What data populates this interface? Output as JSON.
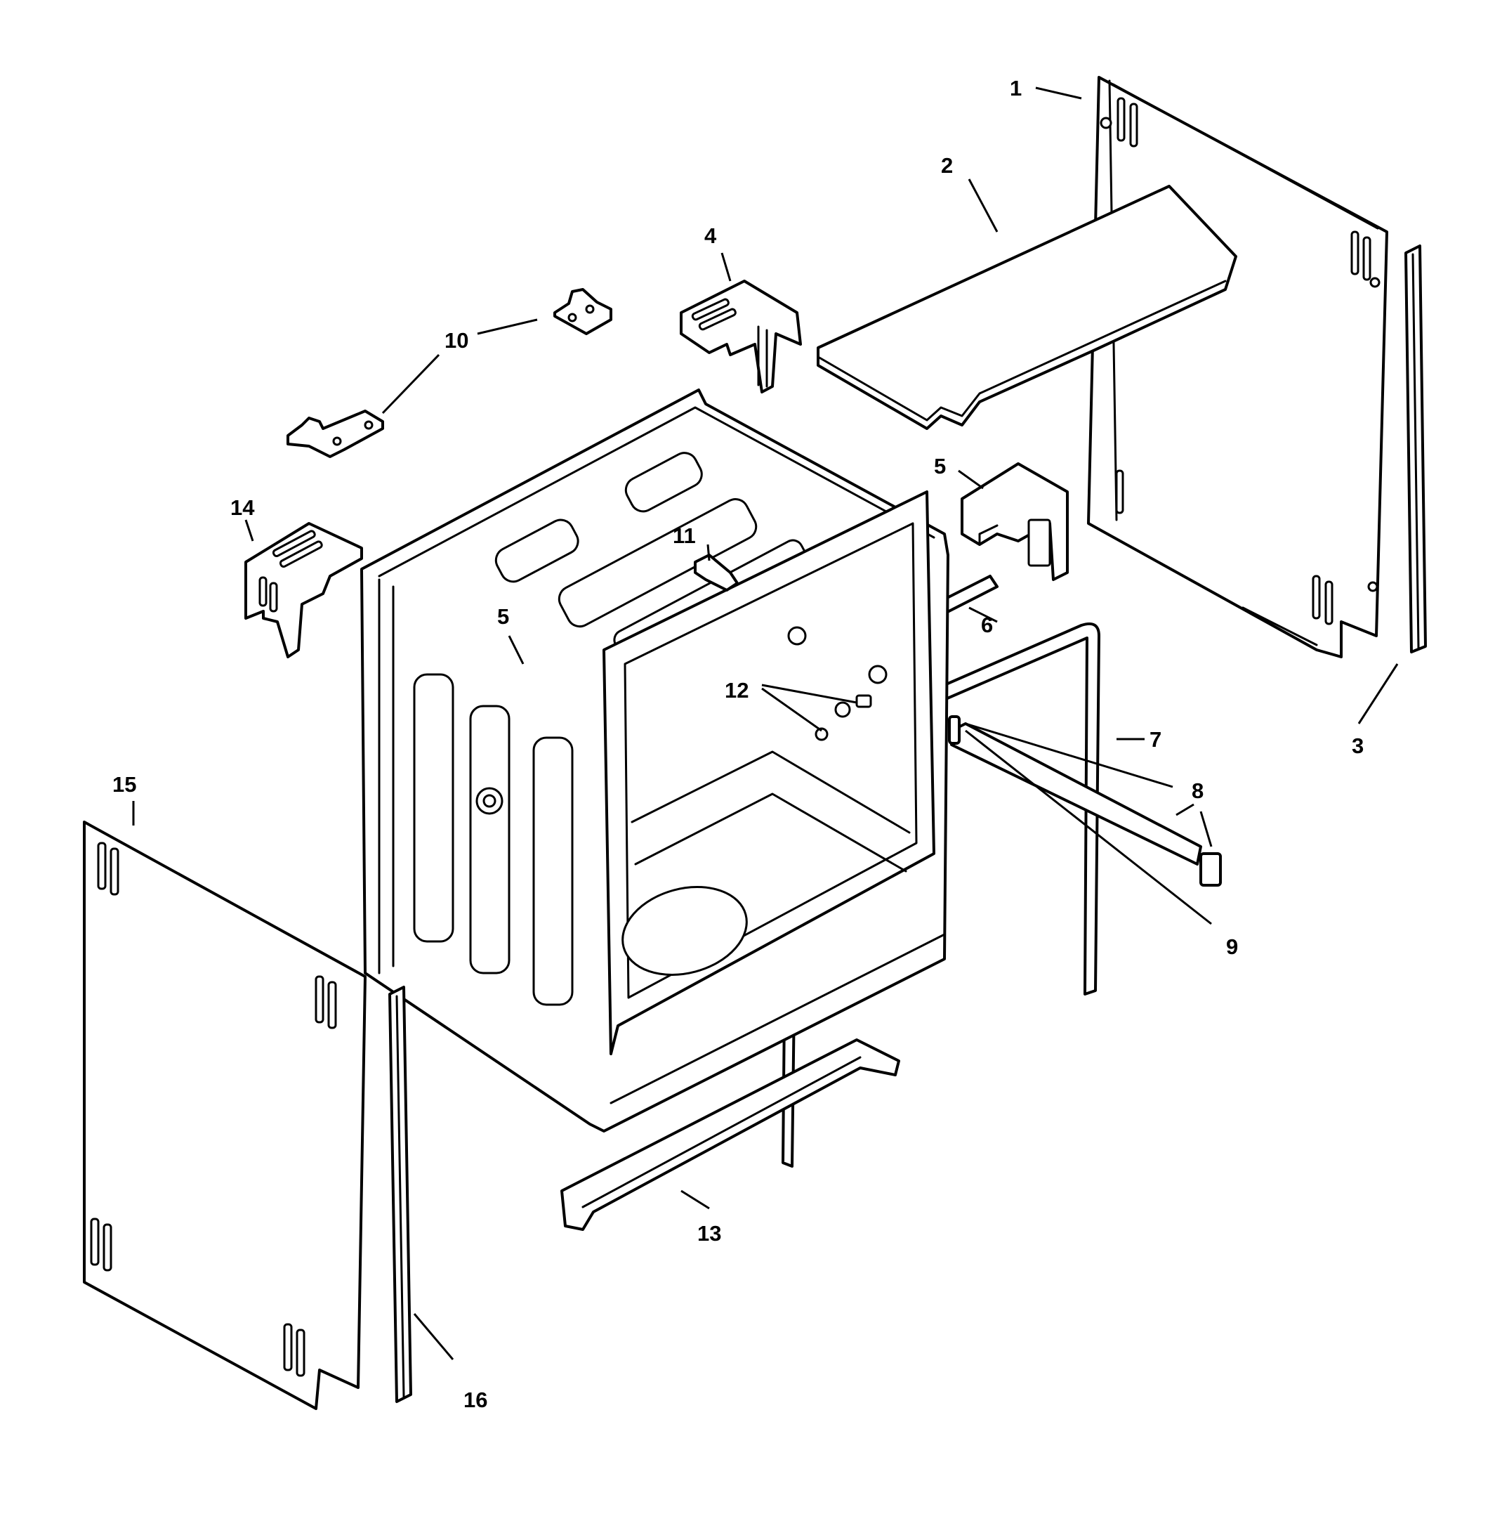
{
  "diagram": {
    "callouts": [
      {
        "id": "1",
        "label": "1"
      },
      {
        "id": "2",
        "label": "2"
      },
      {
        "id": "3",
        "label": "3"
      },
      {
        "id": "4",
        "label": "4"
      },
      {
        "id": "5a",
        "label": "5"
      },
      {
        "id": "5b",
        "label": "5"
      },
      {
        "id": "6",
        "label": "6"
      },
      {
        "id": "7",
        "label": "7"
      },
      {
        "id": "8",
        "label": "8"
      },
      {
        "id": "9",
        "label": "9"
      },
      {
        "id": "10",
        "label": "10"
      },
      {
        "id": "11",
        "label": "11"
      },
      {
        "id": "12",
        "label": "12"
      },
      {
        "id": "13",
        "label": "13"
      },
      {
        "id": "14",
        "label": "14"
      },
      {
        "id": "15",
        "label": "15"
      },
      {
        "id": "16",
        "label": "16"
      }
    ],
    "colors": {
      "ink": "#000000",
      "paper": "#ffffff"
    }
  }
}
